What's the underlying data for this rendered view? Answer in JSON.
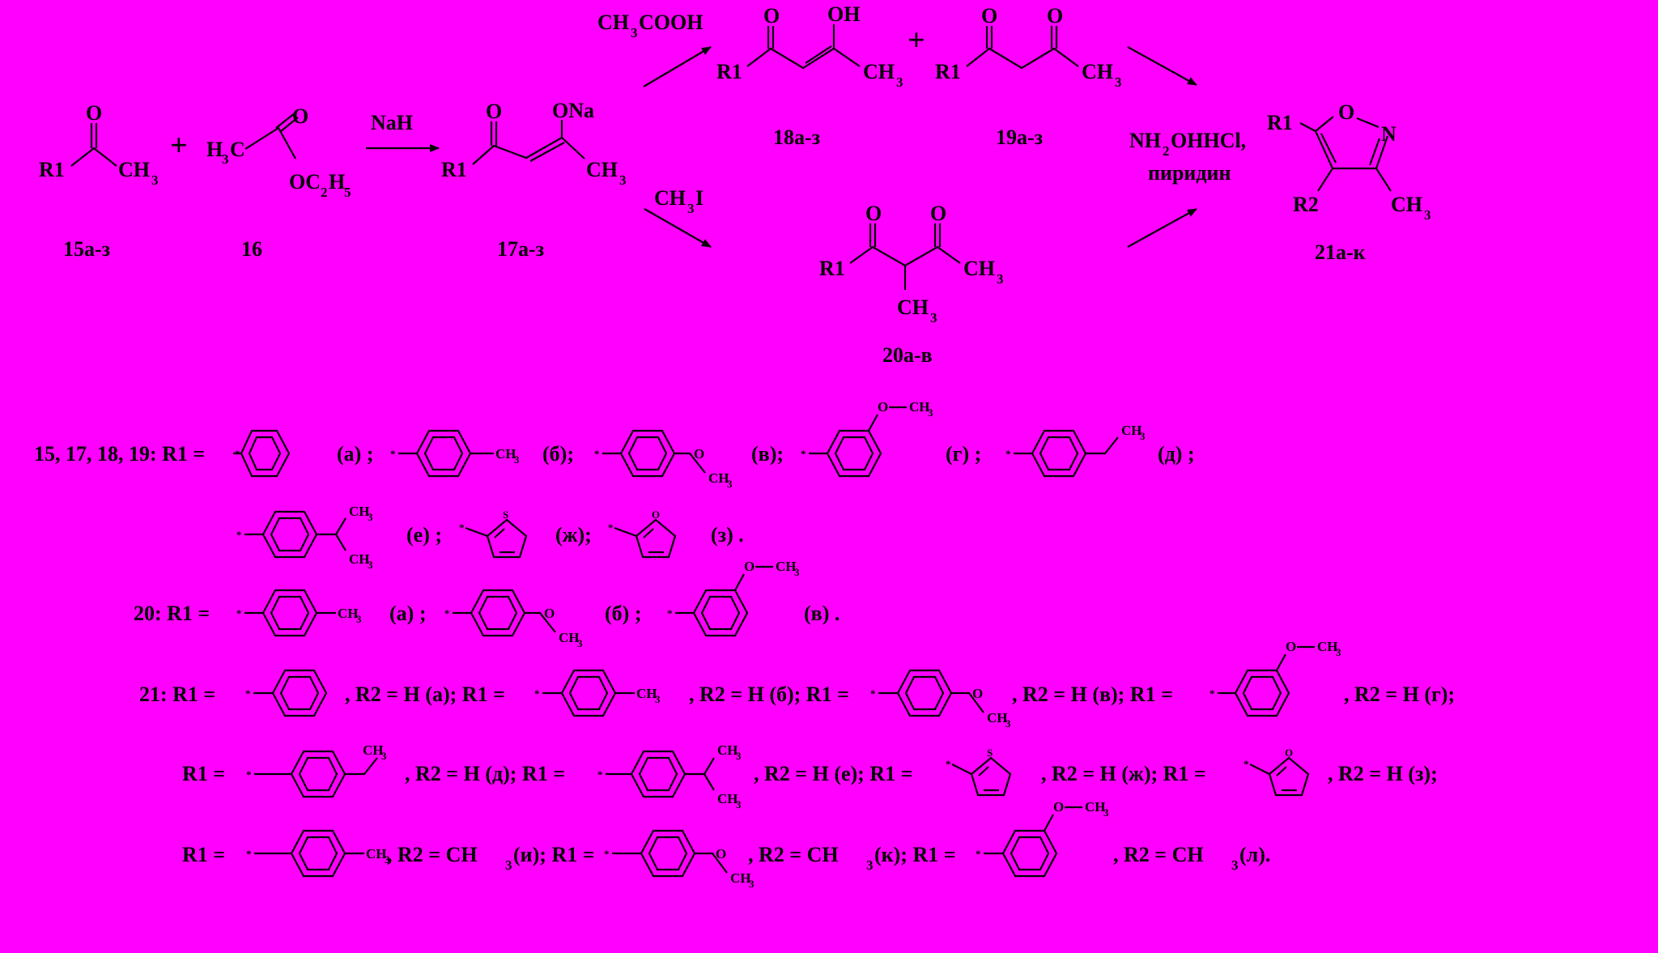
{
  "top_labels": {
    "r1_15": "R1",
    "ch3_15": "CH",
    "sub3": "3",
    "o": "O",
    "plus": "+",
    "h3c": "H",
    "c": "C",
    "oc2h5_oc": "OC",
    "sub2": "2",
    "h5": "H",
    "sub5": "5",
    "nah": "NaH",
    "ona": "ONa",
    "r1": "R1",
    "ch3": "CH",
    "acetic": "CH",
    "acetic_tail": "COOH",
    "oh": "OH",
    "ch3i": "CH",
    "ch3i_tail": "I",
    "nh2oh": "NH",
    "nh2oh_tail": "OHHCl,",
    "pyridine": "пиридин",
    "n": "N",
    "r2": "R2",
    "c15": "15а-з",
    "c16": "16",
    "c17": "17а-з",
    "c18": "18а-з",
    "c19": "19а-з",
    "c20": "20а-в",
    "c21": "21а-к"
  },
  "legend": {
    "row1_prefix": "15, 17, 18, 19: R1 =",
    "a": "(а) ;",
    "b": "(б);",
    "v": "(в);",
    "g": "(г) ;",
    "d": "(д) ;",
    "e": "(е) ;",
    "zh": "(ж);",
    "z": "(з) .",
    "row20_prefix": "20: R1 =",
    "a20": "(а) ;",
    "b20": "(б) ;",
    "v20": "(в) .",
    "row21_prefix": "21: R1  =",
    "r21_1": ", R2 = H (а); R1 =",
    "r21_2": ", R2 = H (б); R1 =",
    "r21_3": ", R2 = H (в); R1 =",
    "r21_4": ", R2 = H (г);",
    "r1_eq": "R1 =",
    "r21_5": ", R2 = H (д); R1 =",
    "r21_6": ", R2 = H (е); R1 =",
    "r21_7": ", R2 = H (ж); R1 =",
    "r21_8": ", R2 = H (з);",
    "r21_9": ", R2 = CH",
    "r21_9b": " (и); R1 =",
    "r21_10": ", R2 = CH",
    "r21_10b": " (к); R1 =",
    "r21_11": ", R2 = CH",
    "r21_11b": " (л).",
    "star": "*",
    "s_atom": "S",
    "o_atom": "O",
    "sub_ch3": "CH",
    "sub_3": "3"
  },
  "colors": {
    "background": "#ff00ff",
    "ink": "#000000"
  }
}
